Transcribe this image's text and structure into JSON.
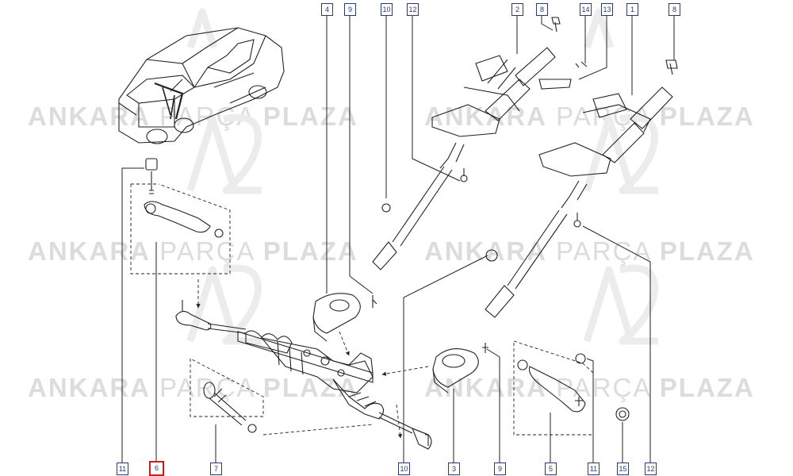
{
  "watermark": {
    "part1": "ANKARA",
    "part2": "PARÇA",
    "part3": "PLAZA"
  },
  "callouts": {
    "c4": "4",
    "c9_top": "9",
    "c10_top": "10",
    "c12_top": "12",
    "c2": "2",
    "c8_left": "8",
    "c14": "14",
    "c13": "13",
    "c1": "1",
    "c8_right": "8",
    "c11_left": "11",
    "c6": "6",
    "c7": "7",
    "c10_bottom": "10",
    "c3": "3",
    "c9_bottom": "9",
    "c5": "5",
    "c11_right": "11",
    "c15": "15",
    "c12_bottom": "12"
  },
  "colors": {
    "callout_border": "#2a3a70",
    "highlight": "#c81e1e",
    "line": "#222222",
    "watermark": "#dcdcdc"
  }
}
